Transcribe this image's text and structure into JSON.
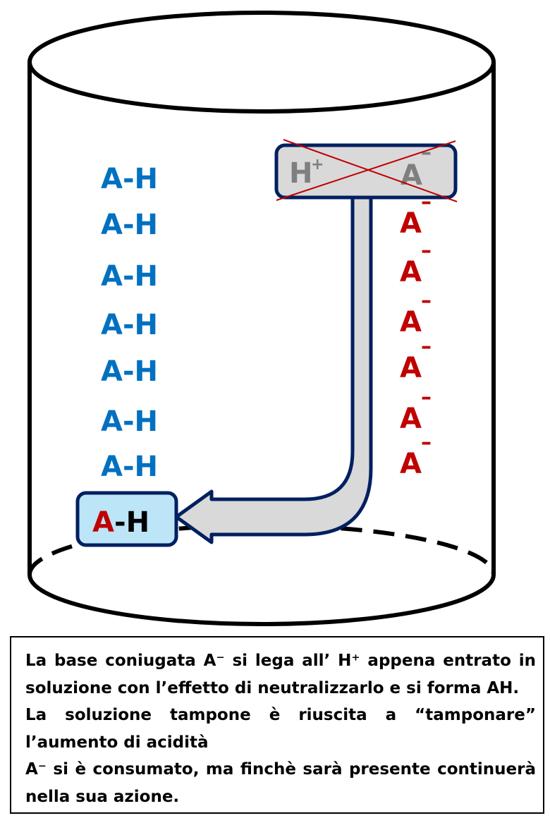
{
  "diagram": {
    "acid_label": "A-H",
    "acid_count": 7,
    "anion_letter": "A",
    "anion_charge": "–",
    "anion_count": 6,
    "neutralized_pair": {
      "proton": "H",
      "proton_charge": "+",
      "anion": "A",
      "anion_charge": "–"
    },
    "product": {
      "anion_part": "A",
      "proton_part": "-H"
    },
    "colors": {
      "acid": "#0070c0",
      "anion": "#c00000",
      "pair_box_fill": "#d9d9d9",
      "product_box_fill": "#bde5f8",
      "box_border": "#002060",
      "cross": "#c00000"
    }
  },
  "caption": {
    "line1": "La base coniugata A⁻ si lega all’ H⁺ appena entrato in soluzione con l’effetto di neutralizzarlo e si forma AH.",
    "line2": "La soluzione tampone è riuscita a “tamponare” l’aumento di acidità",
    "line3": "A⁻ si è consumato, ma finchè sarà presente continuerà nella sua azione."
  }
}
